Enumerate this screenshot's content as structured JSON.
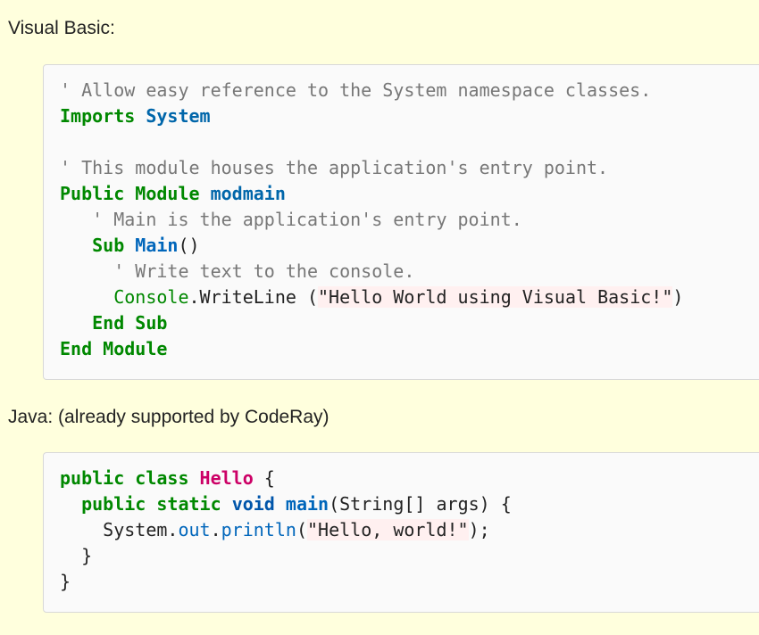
{
  "headings": {
    "vb": "Visual Basic:",
    "java": "Java: (already supported by CodeRay)"
  },
  "colors": {
    "page_background": "#ffffdd",
    "code_background": "#fafafa",
    "comment": "#777777",
    "keyword": "#008800",
    "class_name": "#0066aa",
    "type_name": "#cc0066",
    "string_background": "#fff0f0"
  },
  "vb_code": {
    "l1_comment": "' Allow easy reference to the System namespace classes.",
    "l2_imports": "Imports",
    "l2_system": "System",
    "l4_comment": "' This module houses the application's entry point.",
    "l5_public": "Public",
    "l5_module": "Module",
    "l5_name": "modmain",
    "l6_comment": "' Main is the application's entry point.",
    "l7_sub": "Sub",
    "l7_main": "Main",
    "l7_parens": "()",
    "l8_comment": "' Write text to the console.",
    "l9_console": "Console",
    "l9_rest": ".WriteLine (",
    "l9_string": "\"Hello World using Visual Basic!\"",
    "l9_close": ")",
    "l10_endsub": "End Sub",
    "l11_endmodule": "End Module"
  },
  "java_code": {
    "l1_kw": "public class",
    "l1_name": "Hello",
    "l1_brace": " {",
    "l2_kw1": "public static",
    "l2_kw2": "void",
    "l2_name": "main",
    "l2_rest": "(String[] args) {",
    "l3_system": "System.",
    "l3_out": "out",
    "l3_dot": ".",
    "l3_println": "println",
    "l3_open": "(",
    "l3_string": "\"Hello, world!\"",
    "l3_close": ");",
    "l4_brace": "}",
    "l5_brace": "}"
  }
}
